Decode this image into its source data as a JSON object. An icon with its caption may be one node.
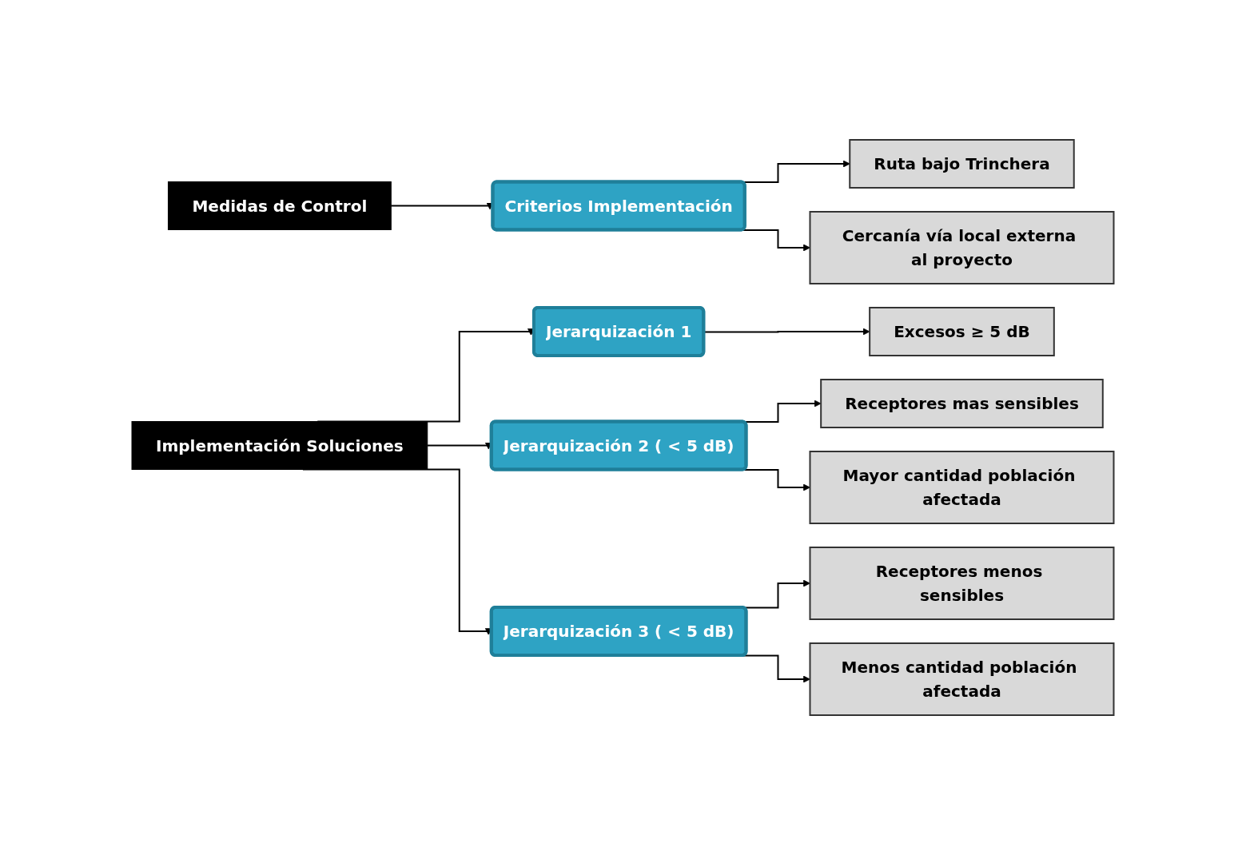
{
  "diagram": {
    "nodes": [
      {
        "text": [
          "Medidas de Control"
        ]
      },
      {
        "text": [
          "Criterios Implementación"
        ]
      },
      {
        "text": [
          "Ruta bajo Trinchera"
        ]
      },
      {
        "text": [
          "Cercanía vía local externa al proyecto"
        ]
      },
      {
        "text": [
          "Implementación Soluciones"
        ]
      },
      {
        "text": [
          "Jerarquización 1"
        ]
      },
      {
        "text": [
          "Jerarquización 2 ( < 5 dB)"
        ]
      },
      {
        "text": [
          "Jerarquización 3 ( < 5 dB)"
        ]
      },
      {
        "text": [
          "Excesos ≥ 5 dB"
        ]
      },
      {
        "text": [
          "Receptores mas sensibles"
        ]
      },
      {
        "text": [
          "Mayor cantidad población afectada"
        ]
      },
      {
        "text": [
          "Receptores menos sensibles"
        ]
      },
      {
        "text": [
          "Menos cantidad población afectada"
        ]
      }
    ],
    "edges": [
      {
        "from": 0,
        "to": 1,
        "arrow": "to"
      },
      {
        "from": 1,
        "to": 2,
        "arrow": "to"
      },
      {
        "from": 1,
        "to": 3,
        "arrow": "to"
      },
      {
        "from": 4,
        "to": 5,
        "arrow": "to"
      },
      {
        "from": 4,
        "to": 6,
        "arrow": "to"
      },
      {
        "from": 4,
        "to": 7,
        "arrow": "to"
      },
      {
        "from": 5,
        "to": 8,
        "arrow": "to"
      },
      {
        "from": 6,
        "to": 9,
        "arrow": "to"
      },
      {
        "from": 6,
        "to": 10,
        "arrow": "to"
      },
      {
        "from": 7,
        "to": 11,
        "arrow": "to"
      },
      {
        "from": 7,
        "to": 12,
        "arrow": "to"
      }
    ]
  }
}
